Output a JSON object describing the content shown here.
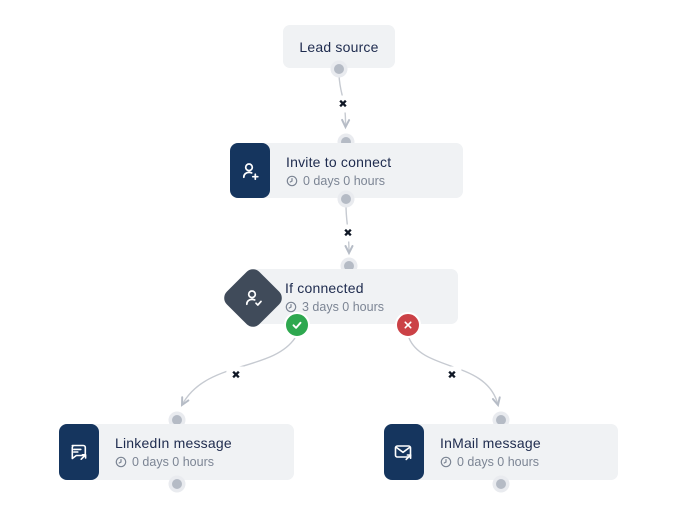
{
  "flow": {
    "nodes": {
      "lead_source": {
        "title": "Lead source"
      },
      "invite_to_connect": {
        "title": "Invite to connect",
        "delay": "0 days 0 hours",
        "icon": "person-plus-icon"
      },
      "if_connected": {
        "title": "If connected",
        "delay": "3 days 0 hours",
        "icon": "person-check-icon"
      },
      "linkedin_message": {
        "title": "LinkedIn message",
        "delay": "0 days 0 hours",
        "icon": "chat-arrow-icon"
      },
      "inmail_message": {
        "title": "InMail message",
        "delay": "0 days 0 hours",
        "icon": "envelope-arrow-icon"
      }
    },
    "connector_delete_glyph": "✖",
    "branch": {
      "yes_icon": "check-circle",
      "no_icon": "cross-circle"
    },
    "colors": {
      "node_bg": "#f0f2f4",
      "icon_tile": "#15355e",
      "condition_tile": "#404b5a",
      "title_text": "#1e2b4e",
      "delay_text": "#7c8594",
      "connector": "#c6cad1",
      "delete_x": "#101826",
      "success": "#2ea84f",
      "danger": "#cb4146",
      "handle": "#b5bbc5"
    }
  }
}
